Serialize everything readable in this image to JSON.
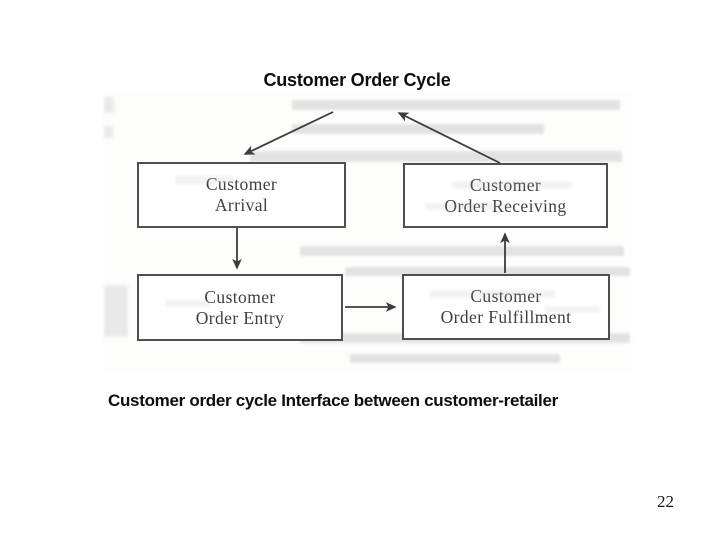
{
  "slide": {
    "title": "Customer Order Cycle",
    "caption": "Customer order cycle Interface between customer-retailer",
    "page_number": "22"
  },
  "diagram": {
    "nodes": [
      {
        "id": "customer-arrival",
        "label_lines": [
          "Customer",
          "Arrival"
        ]
      },
      {
        "id": "customer-order-receiving",
        "label_lines": [
          "Customer",
          "Order Receiving"
        ]
      },
      {
        "id": "customer-order-entry",
        "label_lines": [
          "Customer",
          "Order Entry"
        ]
      },
      {
        "id": "customer-order-fulfillment",
        "label_lines": [
          "Customer",
          "Order Fulfillment"
        ]
      }
    ],
    "arrows": [
      {
        "from": "top-apex",
        "to": "customer-arrival",
        "direction": "down-left"
      },
      {
        "from": "customer-order-receiving",
        "to": "top-apex",
        "direction": "up-left"
      },
      {
        "from": "customer-arrival",
        "to": "customer-order-entry",
        "direction": "down"
      },
      {
        "from": "customer-order-entry",
        "to": "customer-order-fulfillment",
        "direction": "right"
      },
      {
        "from": "customer-order-fulfillment",
        "to": "customer-order-receiving",
        "direction": "up"
      }
    ],
    "colors": {
      "box_border": "#4f4f4f",
      "box_text": "#3e3e3e",
      "arrow": "#3c3c3c",
      "title_text": "#0d0d0d",
      "scan_artifact": "#b9b9b9"
    }
  }
}
